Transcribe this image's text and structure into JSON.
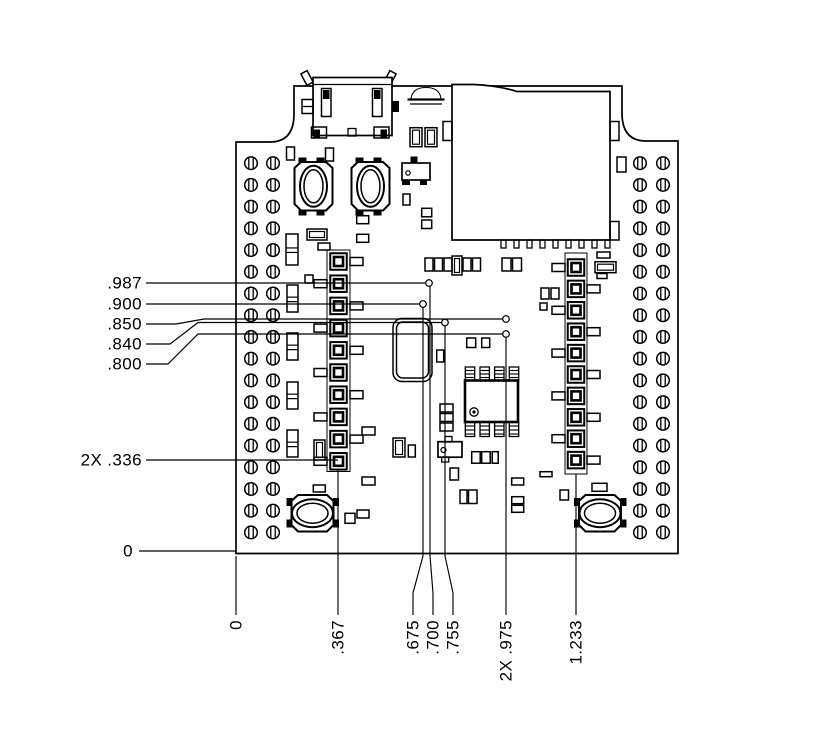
{
  "drawing": {
    "background_color": "#ffffff",
    "line_color": "#000000",
    "description": "PCB mechanical dimension drawing"
  },
  "dims": {
    "left": [
      ".987",
      ".900",
      ".850",
      ".840",
      ".800"
    ],
    "left_count_dim": "2X .336",
    "left_origin": "0",
    "bottom": [
      "0",
      ".367",
      ".675",
      ".700",
      ".755",
      "2X .975",
      "1.233"
    ]
  }
}
